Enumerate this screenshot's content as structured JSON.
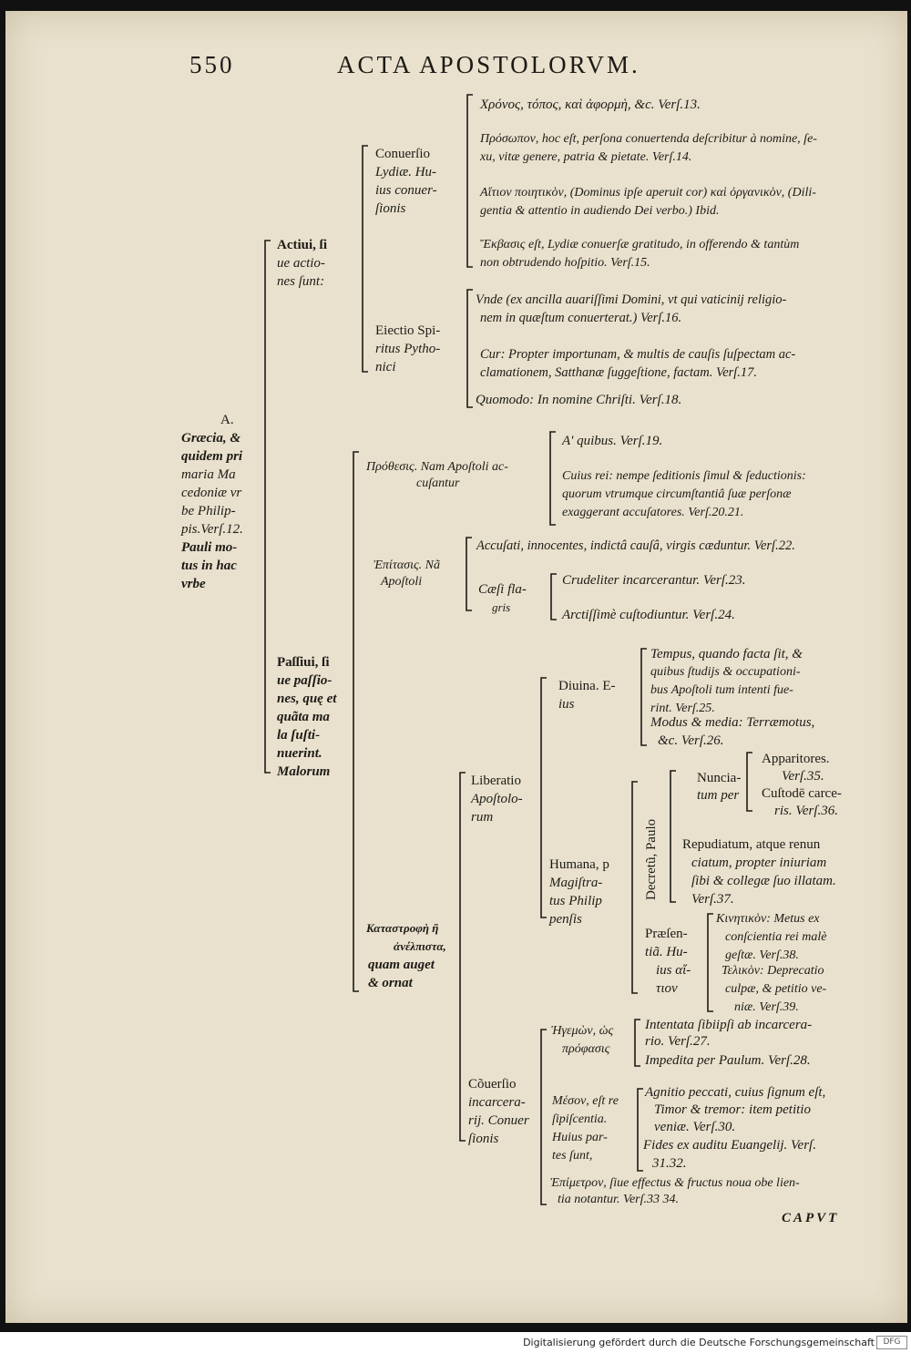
{
  "header": {
    "page_number": "550",
    "running_title": "ACTA APOSTOLORVM."
  },
  "root": [
    "A.",
    "Græcia, &",
    "quidem pri",
    "maria Ma",
    "cedoniæ vr",
    "be Philip-",
    "pis.Verſ.12.",
    "Pauli mo-",
    "tus in hac",
    "vrbe"
  ],
  "actiui": {
    "label": [
      "Actiui, ſi",
      "ue actio-",
      "nes ſunt:"
    ],
    "conuersio": {
      "label": [
        "Conuerſio",
        "Lydiæ. Hu-",
        "ius conuer-",
        "ſionis"
      ],
      "items": [
        [
          "Χρόνος, τόπος, καὶ ἀφορμὴ, &c. Verſ.13."
        ],
        [
          "Πρόσωπον, hoc eſt, perſona conuertenda deſcribitur à nomine, ſe-",
          "xu, vitæ genere, patria & pietate. Verſ.14."
        ],
        [
          "Αἴτιον ποιητικὸν, (Dominus ipſe aperuit cor) καὶ ὀργανικὸν, (Dili-",
          "gentia & attentio in audiendo Dei verbo.) Ibid."
        ],
        [
          "Ἔκβασις eſt, Lydiæ conuerſæ gratitudo, in offerendo & tantùm",
          "non obtrudendo hoſpitio. Verſ.15."
        ]
      ]
    },
    "eiectio": {
      "label": [
        "Eiectio Spi-",
        "ritus Pytho-",
        "nici"
      ],
      "items": [
        [
          "Vnde (ex ancilla auariſſimi Domini, vt qui vaticinij religio-",
          "nem in quæſtum conuerterat.) Verſ.16."
        ],
        [
          "Cur: Propter importunam, & multis de cauſis ſuſpectam ac-",
          "clamationem, Satthanæ ſuggeſtione, factam. Verſ.17."
        ],
        [
          "Quomodo: In nomine Chriſti. Verſ.18."
        ]
      ]
    }
  },
  "passiui": {
    "label": [
      "Paſſiui, ſi",
      "ue paſſio-",
      "nes, quę et",
      "quãta ma",
      "la ſuſti-",
      "nuerint.",
      "Malorum"
    ],
    "prothesis": {
      "label": [
        "Πρόθεσις. Nam Apoſtoli ac-",
        "cuſantur"
      ],
      "items": [
        [
          "A' quibus. Verſ.19."
        ],
        [
          "Cuius rei: nempe ſeditionis ſimul & ſeductionis:",
          "quorum vtrumque circumſtantiâ ſuæ perſonæ",
          "exaggerant accuſatores. Verſ.20.21."
        ]
      ]
    },
    "epitasis": {
      "label": [
        "Ἐπίτασις. Nã",
        "Apoſtoli"
      ],
      "accusati": "Accuſati, innocentes, indictâ cauſâ, virgis cæduntur. Verſ.22.",
      "caesi": [
        "Cæſi fla-",
        "gris"
      ],
      "crudeliter": "Crudeliter incarcerantur. Verſ.23.",
      "arctissime": "Arctiſſimè cuſtodiuntur. Verſ.24."
    },
    "katastrophe": {
      "label": [
        "Καταστροφὴ ἢ",
        "ἀνέλπιστα,",
        "quam auget",
        "& ornat"
      ],
      "liberatio": {
        "label": [
          "Liberatio",
          "Apoſtolo-",
          "rum"
        ],
        "diuina": {
          "label": [
            "Diuina. E-",
            "ius"
          ],
          "tempus": [
            "Tempus, quando facta ſit, &",
            "quibus ſtudijs & occupationi-",
            "bus Apoſtoli tum intenti fue-",
            "rint. Verſ.25."
          ],
          "modus": [
            "Modus & media: Terræmotus,",
            "&c. Verſ.26."
          ]
        },
        "humana": {
          "label": [
            "Humana, p",
            "Magiſtra-",
            "tus Philip",
            "penſis"
          ],
          "decretum": "Decretũ, Paulo",
          "nunciatum": [
            "Nuncia-",
            "tum per"
          ],
          "apparitores": [
            "Apparitores.",
            "Verſ.35."
          ],
          "custode": [
            "Cuſtodē carce-",
            "ris. Verſ.36."
          ],
          "repudiatum": [
            "Repudiatum, atque renun",
            "ciatum, propter iniuriam",
            "ſibi & collegæ ſuo illatam.",
            "Verſ.37."
          ],
          "praesentia": [
            "Præſen-",
            "tiã. Hu-",
            "ius αἴ-",
            "τιον"
          ],
          "kinetikon": [
            "Κινητικὸν: Metus ex",
            "conſcientia rei malè",
            "geſtæ. Verſ.38."
          ],
          "telikon": [
            "Τελικὸν: Deprecatio",
            "culpæ, & petitio ve-",
            "niæ. Verſ.39."
          ]
        }
      },
      "couersio": {
        "label": [
          "Cõuerſio",
          "incarcera-",
          "rij. Conuer",
          "ſionis"
        ],
        "hegemon": {
          "label": [
            "Ἡγεμὼν, ὡς",
            "πρόφασις"
          ],
          "items": [
            [
              "Intentata ſibiipſi ab incarcera-",
              "rio. Verſ.27."
            ],
            [
              "Impedita per Paulum. Verſ.28."
            ]
          ]
        },
        "meson": {
          "label": [
            "Μέσον, eſt re",
            "ſipiſcentia.",
            "Huius par-",
            "tes ſunt,"
          ],
          "items": [
            [
              "Agnitio peccati, cuius ſignum eſt,",
              "Timor & tremor: item petitio",
              "veniæ. Verſ.30."
            ],
            [
              "Fides ex auditu Euangelij. Verſ.",
              "31.32."
            ]
          ]
        },
        "epimetron": [
          "Ἐπίμετρον, ſiue effectus & fructus noua obe lien-",
          "tia notantur. Verſ.33 34."
        ]
      }
    }
  },
  "catchword": "CAPVT",
  "footer": {
    "text": "Digitalisierung gefördert durch die Deutsche Forschungsgemeinschaft",
    "logo": "DFG"
  }
}
